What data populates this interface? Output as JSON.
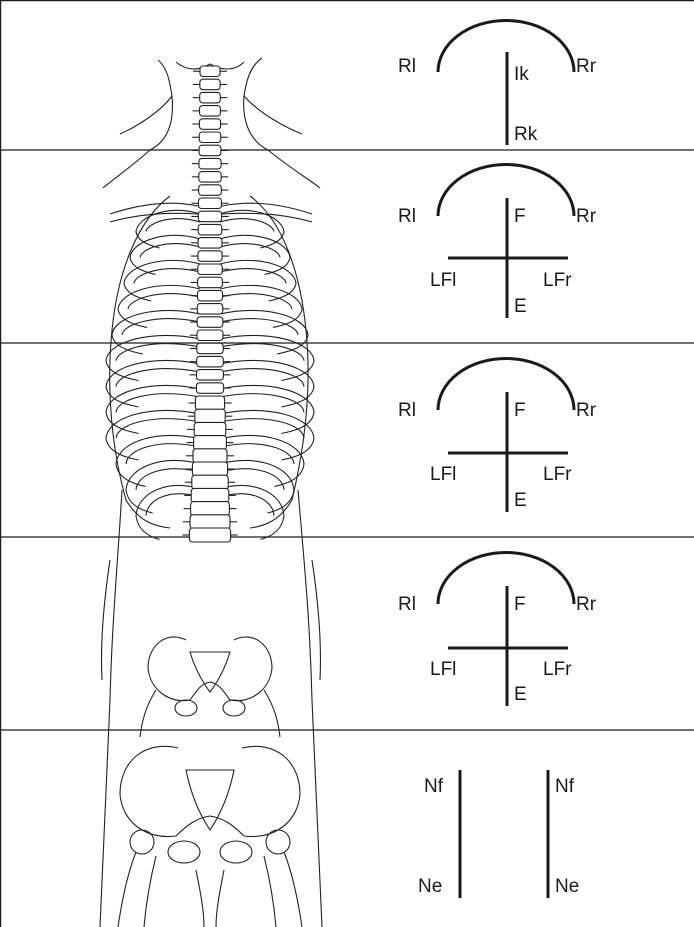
{
  "panels": [
    {
      "id": "cervical",
      "labels": {
        "rot_left": "Rl",
        "rot_right": "Rr",
        "top": "Ik",
        "bottom": "Rk"
      }
    },
    {
      "id": "upper-thoracic",
      "labels": {
        "rot_left": "Rl",
        "rot_right": "Rr",
        "top": "F",
        "bottom": "E",
        "lat_left": "LFl",
        "lat_right": "LFr"
      }
    },
    {
      "id": "lower-thoracic",
      "labels": {
        "rot_left": "Rl",
        "rot_right": "Rr",
        "top": "F",
        "bottom": "E",
        "lat_left": "LFl",
        "lat_right": "LFr"
      }
    },
    {
      "id": "lumbar",
      "labels": {
        "rot_left": "Rl",
        "rot_right": "Rr",
        "top": "F",
        "bottom": "E",
        "lat_left": "LFl",
        "lat_right": "LFr"
      }
    },
    {
      "id": "pelvis",
      "labels": {
        "left_top": "Nf",
        "left_bottom": "Ne",
        "right_top": "Nf",
        "right_bottom": "Ne"
      }
    }
  ]
}
